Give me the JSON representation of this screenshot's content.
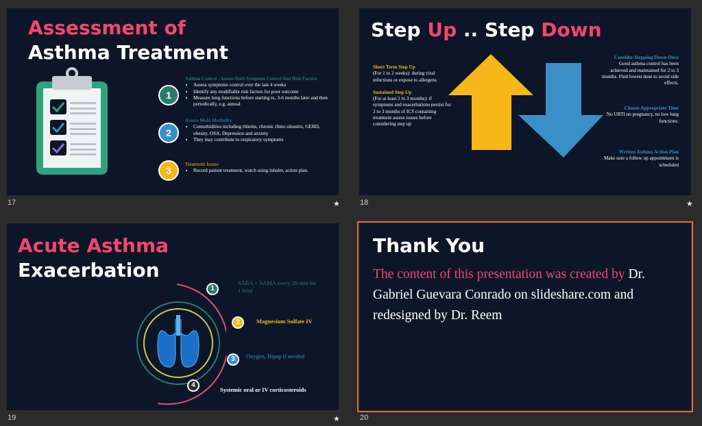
{
  "colors": {
    "pink": "#f1476d",
    "white": "#ffffff",
    "teal": "#2d7a6b",
    "blue": "#3b8fc7",
    "yellow": "#f7b718",
    "slideBg": "#0d1628",
    "selected": "#e0694c"
  },
  "slides": [
    {
      "number": "17",
      "star": "★",
      "title1": "Assessment of",
      "title2": "Asthma Treatment",
      "items": [
        {
          "num": "1",
          "heading": "Asthma Control - Assess Both Symptom Control And Risk Factors",
          "bullets": [
            "Assess symptoms control over the last 4 weeks",
            "Identify any modifiable risk factors for poor outcome",
            "Measure lung functions before starting tx, 3-6 months later and then periodically, e.g. annual"
          ]
        },
        {
          "num": "2",
          "heading": "Assess Multi Morbidity",
          "bullets": [
            "Comorbidities including rhinitis, chronic rhino sinusitis, GERD, obesity, OSA, Depression and anxiety",
            "They may contribute to respiratory symptoms"
          ]
        },
        {
          "num": "3",
          "heading": "Treatment Issues",
          "bullets": [
            "Record patient treatment, watch using inhaler, action plan."
          ]
        }
      ]
    },
    {
      "number": "18",
      "star": "★",
      "title_a": "Step",
      "title_b": "Up",
      "title_c": " .. Step ",
      "title_d": "Down",
      "left": [
        {
          "heading": "Short Term Step Up",
          "text": "(For 1 to 2 weeks): during viral infections or expose to allergens"
        },
        {
          "heading": "Sustained Step Up",
          "text": "(For at least 2 to 3 months): if symptoms and exacerbations persist for 2 to 3 months of ICS containing treatment assess issues before considering step up"
        }
      ],
      "right": [
        {
          "heading": "Consider Stepping Down Once",
          "text": "Good asthma control has been achieved and maintained for 2 to 3 months. Find lowest dose to avoid side effects."
        },
        {
          "heading": "Choose Appropriate Time",
          "text": "No URTI no pregnancy, no low lung functions."
        },
        {
          "heading": "Written Asthma Action Plan",
          "text": "Make sure a follow up appointment is scheduled"
        }
      ]
    },
    {
      "number": "19",
      "star": "★",
      "title1": "Acute Asthma",
      "title2": "Exacerbation",
      "steps": [
        {
          "num": "1",
          "text": "SABA + SAMA every 20 min for 1 hour"
        },
        {
          "num": "2",
          "text": "Magnesium Sulfate IV"
        },
        {
          "num": "3",
          "text": "Oxygen, Bipap if needed"
        },
        {
          "num": "4",
          "text": "Systemic oral or IV corticosteroids"
        }
      ]
    },
    {
      "number": "20",
      "title": "Thank You",
      "line_pink": "The content of this presentation was created by",
      "line_white": " Dr. Gabriel Guevara Conrado on slideshare.com and redesigned by Dr. Reem"
    }
  ]
}
